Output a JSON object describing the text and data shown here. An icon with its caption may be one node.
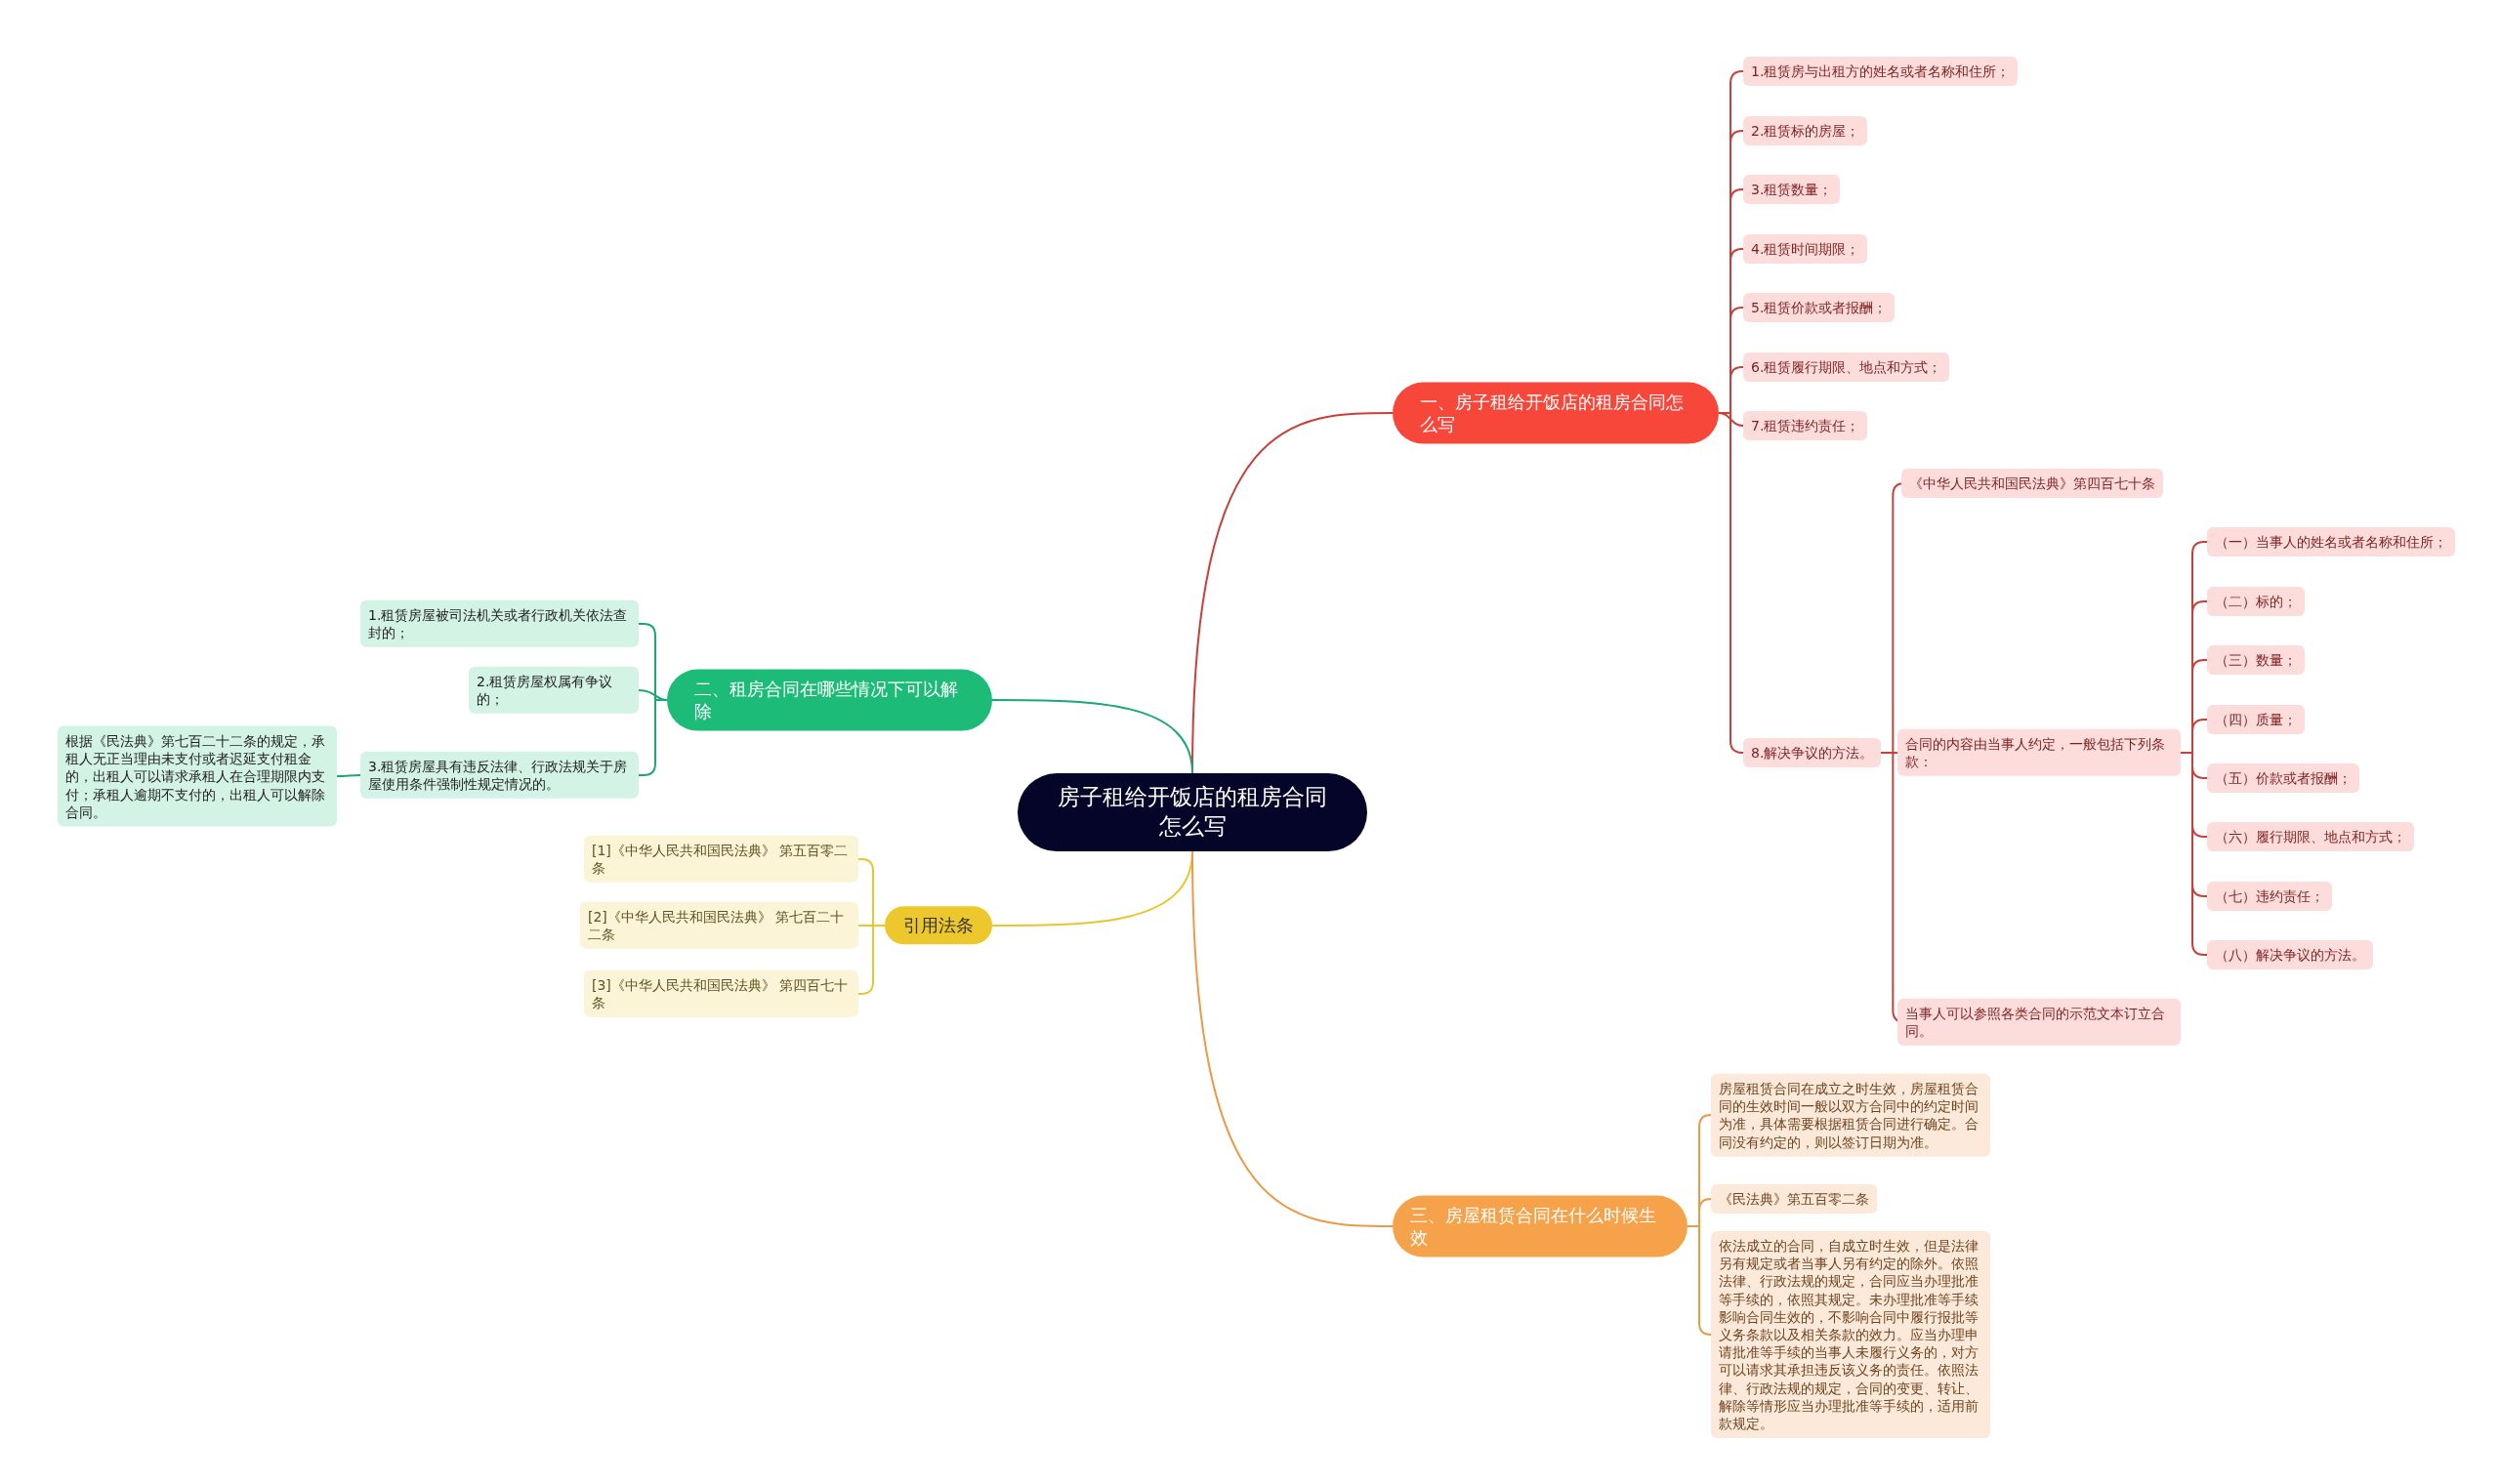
{
  "diagram": {
    "nodes": [
      {
        "text": [
          "房子租给开饭店的租房合同怎么写"
        ]
      },
      {
        "text": [
          "一、房子租给开饭店的租房合同怎么写"
        ]
      },
      {
        "text": [
          "1.租赁房与出租方的姓名或者名称和住所；"
        ]
      },
      {
        "text": [
          "2.租赁标的房屋；"
        ]
      },
      {
        "text": [
          "3.租赁数量；"
        ]
      },
      {
        "text": [
          "4.租赁时间期限；"
        ]
      },
      {
        "text": [
          "5.租赁价款或者报酬；"
        ]
      },
      {
        "text": [
          "6.租赁履行期限、地点和方式；"
        ]
      },
      {
        "text": [
          "7.租赁违约责任；"
        ]
      },
      {
        "text": [
          "8.解决争议的方法。"
        ]
      },
      {
        "text": [
          "《中华人民共和国民法典》第四百七十条"
        ]
      },
      {
        "text": [
          "合同的内容由当事人约定，一般包括下列条款："
        ]
      },
      {
        "text": [
          "（一）当事人的姓名或者名称和住所；"
        ]
      },
      {
        "text": [
          "（二）标的；"
        ]
      },
      {
        "text": [
          "（三）数量；"
        ]
      },
      {
        "text": [
          "（四）质量；"
        ]
      },
      {
        "text": [
          "（五）价款或者报酬；"
        ]
      },
      {
        "text": [
          "（六）履行期限、地点和方式；"
        ]
      },
      {
        "text": [
          "（七）违约责任；"
        ]
      },
      {
        "text": [
          "（八）解决争议的方法。"
        ]
      },
      {
        "text": [
          "当事人可以参照各类合同的示范文本订立合同。"
        ]
      },
      {
        "text": [
          "二、租房合同在哪些情况下可以解除"
        ]
      },
      {
        "text": [
          "1.租赁房屋被司法机关或者行政机关依法查封的；"
        ]
      },
      {
        "text": [
          "2.租赁房屋权属有争议的；"
        ]
      },
      {
        "text": [
          "3.租赁房屋具有违反法律、行政法规关于房屋使用条件强制性规定情况的。"
        ]
      },
      {
        "text": [
          "根据《民法典》第七百二十二条的规定，承租人无正当理由未支付或者迟延支付租金的，出租人可以请求承租人在合理期限内支付；承租人逾期不支付的，出租人可以解除合同。"
        ]
      },
      {
        "text": [
          "引用法条"
        ]
      },
      {
        "text": [
          "[1]《中华人民共和国民法典》 第五百零二条"
        ]
      },
      {
        "text": [
          "[2]《中华人民共和国民法典》 第七百二十二条"
        ]
      },
      {
        "text": [
          "[3]《中华人民共和国民法典》 第四百七十条"
        ]
      },
      {
        "text": [
          "三、房屋租赁合同在什么时候生效"
        ]
      },
      {
        "text": [
          "房屋租赁合同在成立之时生效，房屋租赁合同的生效时间一般以双方合同中的约定时间为准，具体需要根据租赁合同进行确定。合同没有约定的，则以签订日期为准。"
        ]
      },
      {
        "text": [
          "《民法典》第五百零二条"
        ]
      },
      {
        "text": [
          "依法成立的合同，自成立时生效，但是法律另有规定或者当事人另有约定的除外。依照法律、行政法规的规定，合同应当办理批准等手续的，依照其规定。未办理批准等手续影响合同生效的，不影响合同中履行报批等义务条款以及相关条款的效力。应当办理申请批准等手续的当事人未履行义务的，对方可以请求其承担违反该义务的责任。依照法律、行政法规的规定，合同的变更、转让、解除等情形应当办理批准等手续的，适用前款规定。"
        ]
      }
    ],
    "edges": [
      {
        "from": 0,
        "to": 1,
        "arrow": "none"
      },
      {
        "from": 1,
        "to": 2,
        "arrow": "none"
      },
      {
        "from": 1,
        "to": 3,
        "arrow": "none"
      },
      {
        "from": 1,
        "to": 4,
        "arrow": "none"
      },
      {
        "from": 1,
        "to": 5,
        "arrow": "none"
      },
      {
        "from": 1,
        "to": 6,
        "arrow": "none"
      },
      {
        "from": 1,
        "to": 7,
        "arrow": "none"
      },
      {
        "from": 1,
        "to": 8,
        "arrow": "none"
      },
      {
        "from": 1,
        "to": 9,
        "arrow": "none"
      },
      {
        "from": 9,
        "to": 10,
        "arrow": "none"
      },
      {
        "from": 9,
        "to": 11,
        "arrow": "none"
      },
      {
        "from": 9,
        "to": 20,
        "arrow": "none"
      },
      {
        "from": 11,
        "to": 12,
        "arrow": "none"
      },
      {
        "from": 11,
        "to": 13,
        "arrow": "none"
      },
      {
        "from": 11,
        "to": 14,
        "arrow": "none"
      },
      {
        "from": 11,
        "to": 15,
        "arrow": "none"
      },
      {
        "from": 11,
        "to": 16,
        "arrow": "none"
      },
      {
        "from": 11,
        "to": 17,
        "arrow": "none"
      },
      {
        "from": 11,
        "to": 18,
        "arrow": "none"
      },
      {
        "from": 11,
        "to": 19,
        "arrow": "none"
      },
      {
        "from": 0,
        "to": 21,
        "arrow": "none",
        "color": "#1aa874"
      },
      {
        "from": 21,
        "to": 22,
        "arrow": "none",
        "color": "#1aa874"
      },
      {
        "from": 21,
        "to": 23,
        "arrow": "none",
        "color": "#1aa874"
      },
      {
        "from": 21,
        "to": 24,
        "arrow": "none",
        "color": "#1aa874"
      },
      {
        "from": 24,
        "to": 25,
        "arrow": "none",
        "color": "#1aa874"
      },
      {
        "from": 0,
        "to": 26,
        "arrow": "none",
        "color": "#e8c62e"
      },
      {
        "from": 26,
        "to": 27,
        "arrow": "none",
        "color": "#e8c62e"
      },
      {
        "from": 26,
        "to": 28,
        "arrow": "none",
        "color": "#e8c62e"
      },
      {
        "from": 26,
        "to": 29,
        "arrow": "none",
        "color": "#e8c62e"
      },
      {
        "from": 0,
        "to": 30,
        "arrow": "none",
        "color": "#eb9a45"
      },
      {
        "from": 30,
        "to": 31,
        "arrow": "none",
        "color": "#eb9a45"
      },
      {
        "from": 30,
        "to": 32,
        "arrow": "none",
        "color": "#eb9a45"
      },
      {
        "from": 30,
        "to": 33,
        "arrow": "none",
        "color": "#eb9a45"
      }
    ]
  }
}
